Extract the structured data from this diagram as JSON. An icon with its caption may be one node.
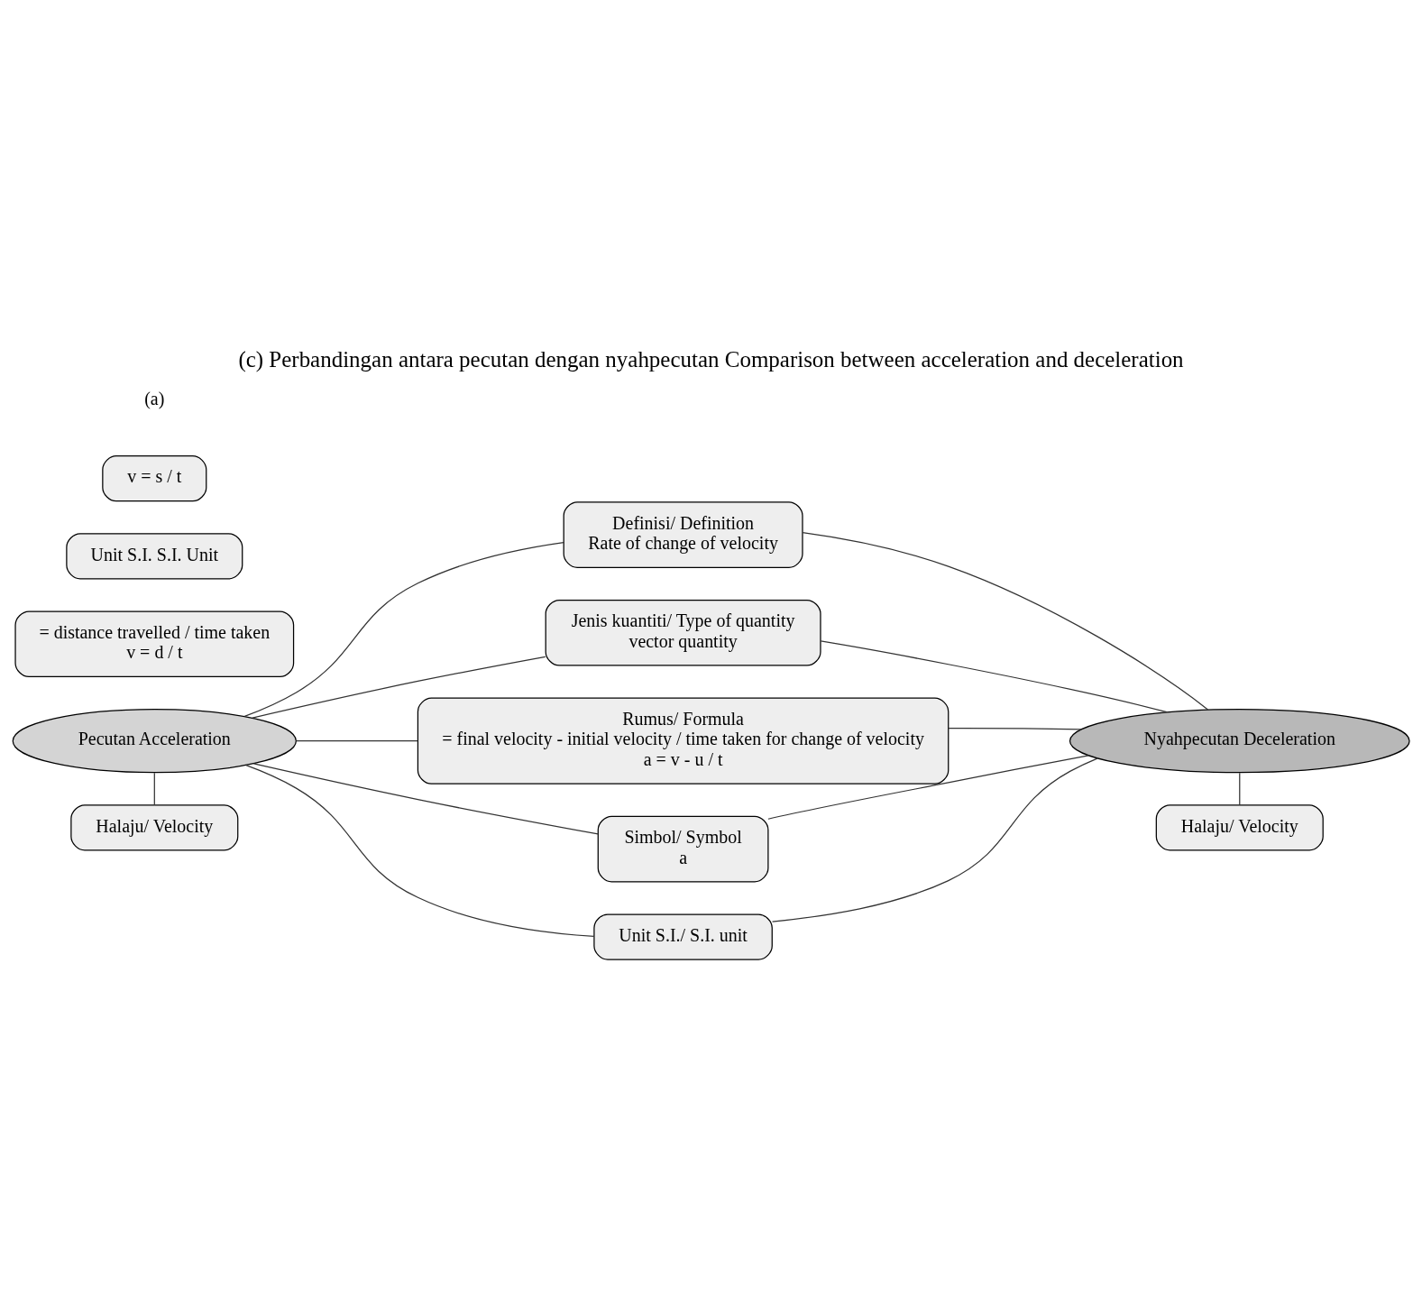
{
  "diagram": {
    "title": "(c) Perbandingan antara pecutan dengan nyahpecutan Comparison between acceleration and deceleration",
    "nodes": [
      {
        "text": [
          "Pecutan Acceleration"
        ]
      },
      {
        "text": [
          "Nyahpecutan Deceleration"
        ]
      },
      {
        "text": [
          "Definisi/ Definition",
          "Rate of change of velocity"
        ]
      },
      {
        "text": [
          "Jenis kuantiti/ Type of quantity",
          "vector quantity"
        ]
      },
      {
        "text": [
          "Rumus/ Formula",
          "= final velocity - initial velocity / time taken for change of velocity",
          "a = v - u / t"
        ]
      },
      {
        "text": [
          "Simbol/ Symbol",
          "a"
        ]
      },
      {
        "text": [
          "Unit S.I./ S.I. unit"
        ]
      },
      {
        "text": [
          "Halaju/ Velocity"
        ]
      },
      {
        "text": [
          "Halaju/ Velocity"
        ]
      },
      {
        "text": [
          "= distance travelled / time taken",
          "v = d / t"
        ]
      },
      {
        "text": [
          "Unit S.I. S.I. Unit"
        ]
      },
      {
        "text": [
          "v = s / t"
        ]
      }
    ],
    "edges": [
      {
        "from": 0,
        "to": 2,
        "arrow": "none"
      },
      {
        "from": 0,
        "to": 3,
        "arrow": "none"
      },
      {
        "from": 0,
        "to": 4,
        "arrow": "none"
      },
      {
        "from": 0,
        "to": 5,
        "arrow": "none"
      },
      {
        "from": 0,
        "to": 6,
        "arrow": "none"
      },
      {
        "from": 0,
        "to": 7,
        "arrow": "none"
      },
      {
        "from": 1,
        "to": 2,
        "arrow": "none"
      },
      {
        "from": 1,
        "to": 3,
        "arrow": "none"
      },
      {
        "from": 1,
        "to": 4,
        "arrow": "none"
      },
      {
        "from": 1,
        "to": 5,
        "arrow": "none"
      },
      {
        "from": 1,
        "to": 6,
        "arrow": "none"
      },
      {
        "from": 1,
        "to": 8,
        "arrow": "none"
      }
    ],
    "labels": [
      "(a)"
    ]
  }
}
